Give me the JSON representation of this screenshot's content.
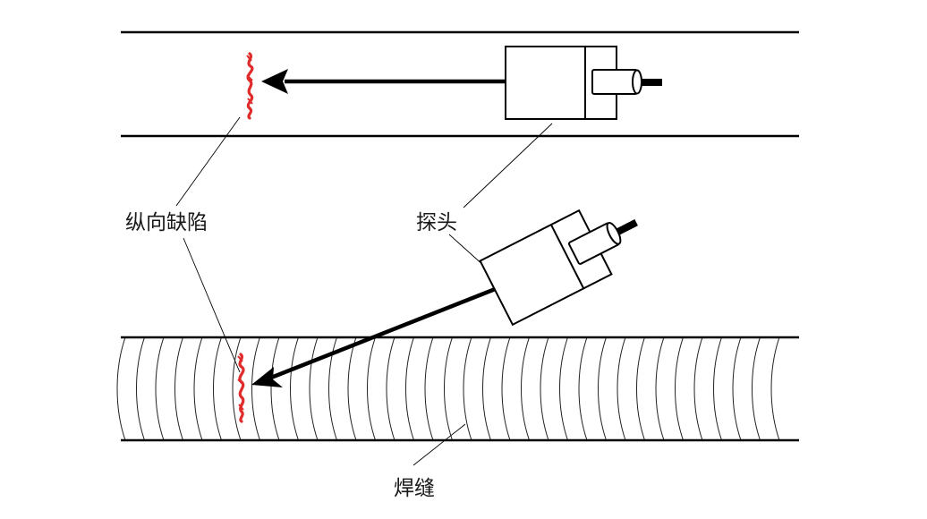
{
  "labels": {
    "defect": "纵向缺陷",
    "probe": "探头",
    "weld": "焊缝"
  },
  "colors": {
    "line": "#000000",
    "defect": "#e02b2b",
    "background": "#ffffff"
  }
}
